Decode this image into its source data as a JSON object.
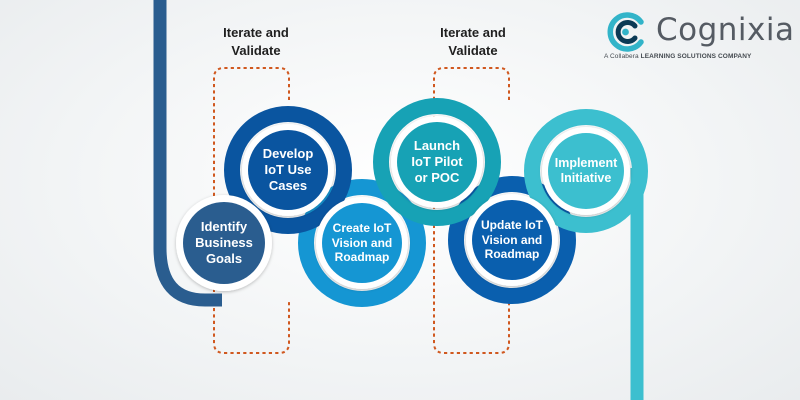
{
  "brand": {
    "name": "Cognixia",
    "tagline_prefix": "A Collabera ",
    "tagline_bold": "LEARNING SOLUTIONS COMPANY",
    "colors": {
      "ring_light": "#32b4c9",
      "ring_dark": "#0b3a55"
    }
  },
  "iterate_labels": [
    {
      "text": "Iterate and\nValidate"
    },
    {
      "text": "Iterate and\nValidate"
    }
  ],
  "steps": [
    {
      "label": "Identify\nBusiness\nGoals",
      "color": "#2a5d8f"
    },
    {
      "label": "Develop\nIoT Use\nCases",
      "color": "#0a55a0"
    },
    {
      "label": "Create IoT\nVision and\nRoadmap",
      "color": "#1596d3"
    },
    {
      "label": "Launch\nIoT Pilot\nor POC",
      "color": "#17a2b5"
    },
    {
      "label": "Update IoT\nVision and\nRoadmap",
      "color": "#0a5fae"
    },
    {
      "label": "Implement\nInitiative",
      "color": "#3cbfcf"
    }
  ],
  "colors": {
    "dotted_loop": "#d0581f",
    "entry_line": "#2a5d8f",
    "exit_line": "#3cbfcf"
  }
}
